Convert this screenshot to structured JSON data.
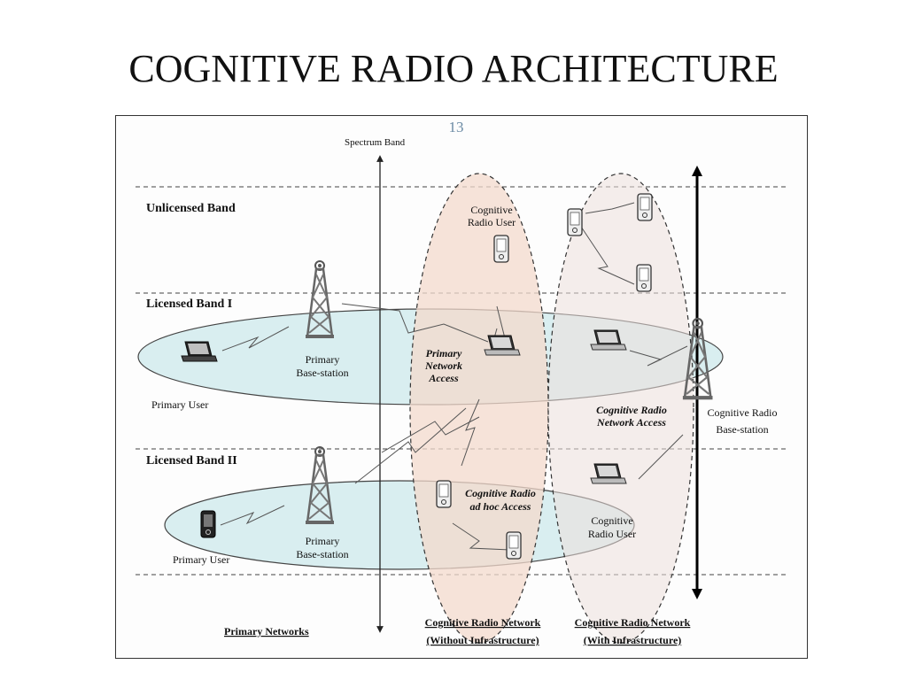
{
  "title": "COGNITIVE RADIO ARCHITECTURE",
  "page_number": "13",
  "diagram": {
    "spectrum_axis_label": "Spectrum Band",
    "bands": {
      "unlicensed": "Unlicensed Band",
      "licensed_1": "Licensed Band I",
      "licensed_2": "Licensed Band II"
    },
    "nodes": {
      "primary_user_1": "Primary User",
      "primary_user_2": "Primary User",
      "primary_bs_1": [
        "Primary",
        "Base-station"
      ],
      "primary_bs_2": [
        "Primary",
        "Base-station"
      ],
      "cr_user_top": [
        "Cognitive",
        "Radio User"
      ],
      "cr_user_right": [
        "Cognitive",
        "Radio User"
      ],
      "cr_bs": [
        "Cognitive Radio",
        "Base-station"
      ]
    },
    "access_labels": {
      "primary_network_access": [
        "Primary",
        "Network",
        "Access"
      ],
      "cr_network_access": [
        "Cognitive Radio",
        "Network Access"
      ],
      "cr_adhoc_access": [
        "Cognitive Radio",
        "ad hoc Access"
      ]
    },
    "footer_labels": {
      "primary_networks": "Primary Networks",
      "crn_without": [
        "Cognitive Radio Network",
        "(Without Infrastructure)"
      ],
      "crn_with": [
        "Cognitive Radio Network",
        "(With Infrastructure)"
      ]
    },
    "colors": {
      "band_fill": "#d9eef0",
      "without_infra_fill": "#f3d9cc",
      "with_infra_fill": "#ece0dc"
    }
  }
}
